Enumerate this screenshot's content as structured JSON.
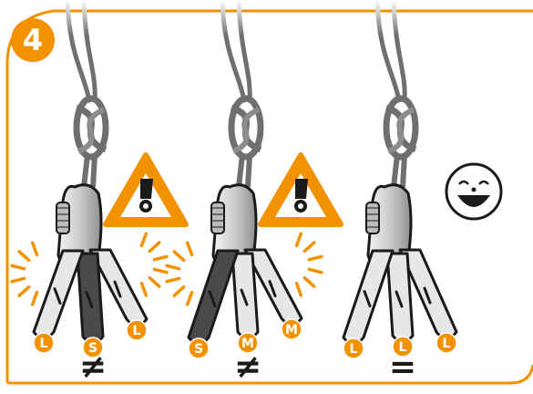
{
  "step": {
    "number": "4"
  },
  "colors": {
    "accent": "#f39200",
    "outline": "#1a1a1a",
    "rope": "#6d6f71",
    "sling": "#e6e7e8",
    "sling_dark": "#4a4a4a",
    "carabiner": "#cfd1d3"
  },
  "panels": [
    {
      "slings": [
        {
          "label": "L"
        },
        {
          "label": "S"
        },
        {
          "label": "L"
        }
      ],
      "comparison_symbol": "≠",
      "indicator": "warning-icon"
    },
    {
      "slings": [
        {
          "label": "S"
        },
        {
          "label": "M"
        },
        {
          "label": "M"
        }
      ],
      "comparison_symbol": "≠",
      "indicator": "warning-icon"
    },
    {
      "slings": [
        {
          "label": "L"
        },
        {
          "label": "L"
        },
        {
          "label": "L"
        }
      ],
      "comparison_symbol": "=",
      "indicator": "smiley-icon"
    }
  ]
}
